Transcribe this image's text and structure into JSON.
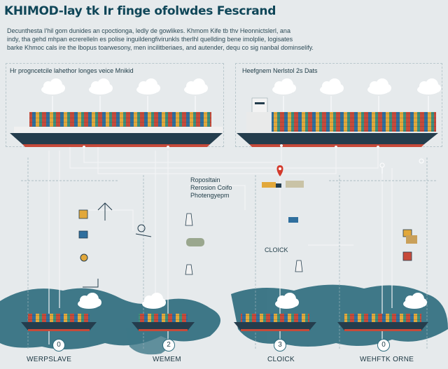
{
  "title": "KHIMOD-lay tk Ir finge ofolwdes Fescrand",
  "description": [
    "Decunthesta I'hil gom dunides an cpoctionga, ledly de gowlikes. Khmom Kife tb thv Heonnictslerl, ana",
    "indy, tha gehd mhpan ecrerelleln es polise inguildengfivirunkls therlhl quellding bene imolplie, logisates",
    "barke Khmoc cals ire the lbopus toarwesony, men incilitberiaes, and autender, dequ co sig nanbal dominselify."
  ],
  "panels": {
    "left_title": "Hr progncetcile lahethor longes veice Mnikid",
    "right_title": "Heefgnem Nerlstol 2s Dats"
  },
  "annotations": {
    "center_block": [
      "Roposltain",
      "Rerosion Coifo",
      "Photengyepm"
    ],
    "clock_label": "CLOICK"
  },
  "stages": [
    {
      "number": "0",
      "label": "WERPSLAVE"
    },
    {
      "number": "2",
      "label": "WEMEM"
    },
    {
      "number": "3",
      "label": "CLOICK"
    },
    {
      "number": "0",
      "label": "WEHFTK ORNE"
    }
  ],
  "colors": {
    "background": "#e6eaec",
    "title": "#0f4658",
    "hull_dark": "#243d4d",
    "hull_red": "#c74a3a",
    "ocean": "#2c6b7d",
    "cloud": "#ffffff",
    "pin": "#d33a2c"
  },
  "icons": [
    "cloud-icon",
    "location-pin-icon",
    "anchor-icon",
    "cargo-box-icon",
    "lighthouse-icon",
    "compass-icon",
    "truck-icon",
    "crane-icon"
  ]
}
